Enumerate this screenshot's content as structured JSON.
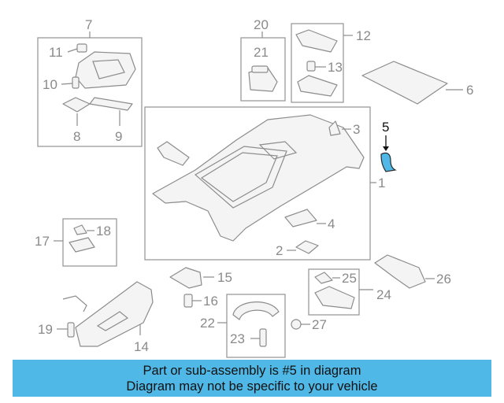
{
  "callouts": {
    "c1": "1",
    "c2": "2",
    "c3": "3",
    "c4": "4",
    "c5": "5",
    "c6": "6",
    "c7": "7",
    "c8": "8",
    "c9": "9",
    "c10": "10",
    "c11": "11",
    "c12": "12",
    "c13": "13",
    "c14": "14",
    "c15": "15",
    "c16": "16",
    "c17": "17",
    "c18": "18",
    "c19": "19",
    "c20": "20",
    "c21": "21",
    "c22": "22",
    "c23": "23",
    "c24": "24",
    "c25": "25",
    "c26": "26",
    "c27": "27"
  },
  "highlight": {
    "part_number": "5",
    "color": "#4fb8e6"
  },
  "banner": {
    "line1": "Part or sub-assembly is #5 in diagram",
    "line2": "Diagram may not be specific to your vehicle",
    "background": "#4fb8e6"
  }
}
